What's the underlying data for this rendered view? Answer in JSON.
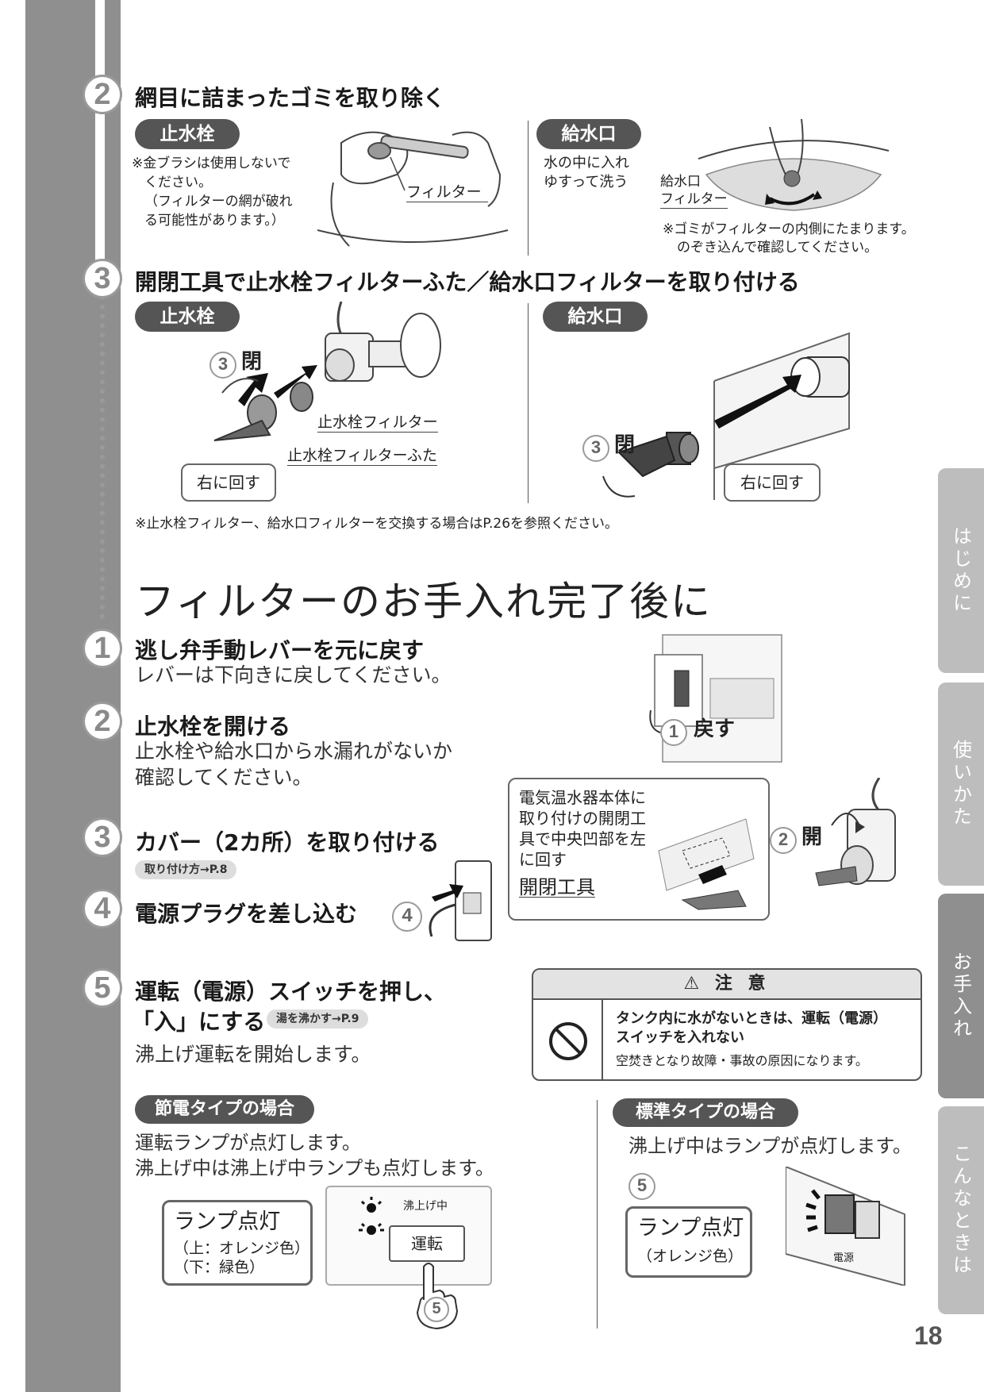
{
  "step2": {
    "num": "2",
    "title": "網目に詰まったゴミを取り除く",
    "left_pill": "止水栓",
    "left_note": [
      "※金ブラシは使用しないで",
      "ください。",
      "（フィルターの網が破れ",
      "る可能性があります。）"
    ],
    "left_label": "フィルター",
    "right_pill": "給水口",
    "right_note": [
      "水の中に入れ",
      "ゆすって洗う"
    ],
    "right_label": [
      "給水口",
      "フィルター"
    ],
    "right_footnote": [
      "※ゴミがフィルターの内側にたまります。",
      "のぞき込んで確認してください。"
    ]
  },
  "step3": {
    "num": "3",
    "title": "開閉工具で止水栓フィルターふた／給水口フィルターを取り付ける",
    "left_pill": "止水栓",
    "right_pill": "給水口",
    "close_num": "3",
    "close_label": "閉",
    "filter_label": "止水栓フィルター",
    "cap_label": "止水栓フィルターふた",
    "turn_right": "右に回す",
    "right_close_num": "3",
    "right_close_label": "閉",
    "right_turn": "右に回す",
    "footnote": "※止水栓フィルター、給水口フィルターを交換する場合はP.26を参照ください。"
  },
  "after": {
    "heading": "フィルターのお手入れ完了後に",
    "s1": {
      "num": "1",
      "title": "逃し弁手動レバーを元に戻す",
      "body": "レバーは下向きに戻してください。",
      "fig_num": "1",
      "fig_label": "戻す"
    },
    "s2": {
      "num": "2",
      "title": "止水栓を開ける",
      "body": [
        "止水栓や給水口から水漏れがないか",
        "確認してください。"
      ]
    },
    "s3": {
      "num": "3",
      "title": "カバー（2カ所）を取り付ける",
      "ref": "取り付け方→P.8"
    },
    "s4": {
      "num": "4",
      "title": "電源プラグを差し込む",
      "fig_num": "4"
    },
    "tool_box": {
      "text": [
        "電気温水器本体に",
        "取り付けの開閉工",
        "具で中央凹部を左",
        "に回す"
      ],
      "label": "開閉工具",
      "open_num": "2",
      "open_label": "開"
    },
    "s5": {
      "num": "5",
      "title_1": "運転（電源）スイッチを押し、",
      "title_2": "「入」にする",
      "ref": "湯を沸かす→P.9",
      "body": "沸上げ運転を開始します。"
    },
    "caution": {
      "title": "⚠ 注 意",
      "line1": "タンク内に水がないときは、運転（電源）",
      "line2": "スイッチを入れない",
      "line3": "空焚きとなり故障・事故の原因になります。"
    },
    "eco": {
      "pill": "節電タイプの場合",
      "body": [
        "運転ランプが点灯します。",
        "沸上げ中は沸上げ中ランプも点灯します。"
      ],
      "lamp_title": "ランプ点灯",
      "lamp_lines": [
        "（上：オレンジ色）",
        "（下：緑色）"
      ],
      "panel_label": "沸上げ中",
      "button_label": "運転",
      "hand_num": "5"
    },
    "std": {
      "pill": "標準タイプの場合",
      "body": "沸上げ中はランプが点灯します。",
      "fig_num": "5",
      "lamp_title": "ランプ点灯",
      "lamp_line": "（オレンジ色）",
      "switch_label": "電源"
    }
  },
  "tabs": [
    "はじめに",
    "使いかた",
    "お手入れ",
    "こんなときは"
  ],
  "page_number": "18"
}
